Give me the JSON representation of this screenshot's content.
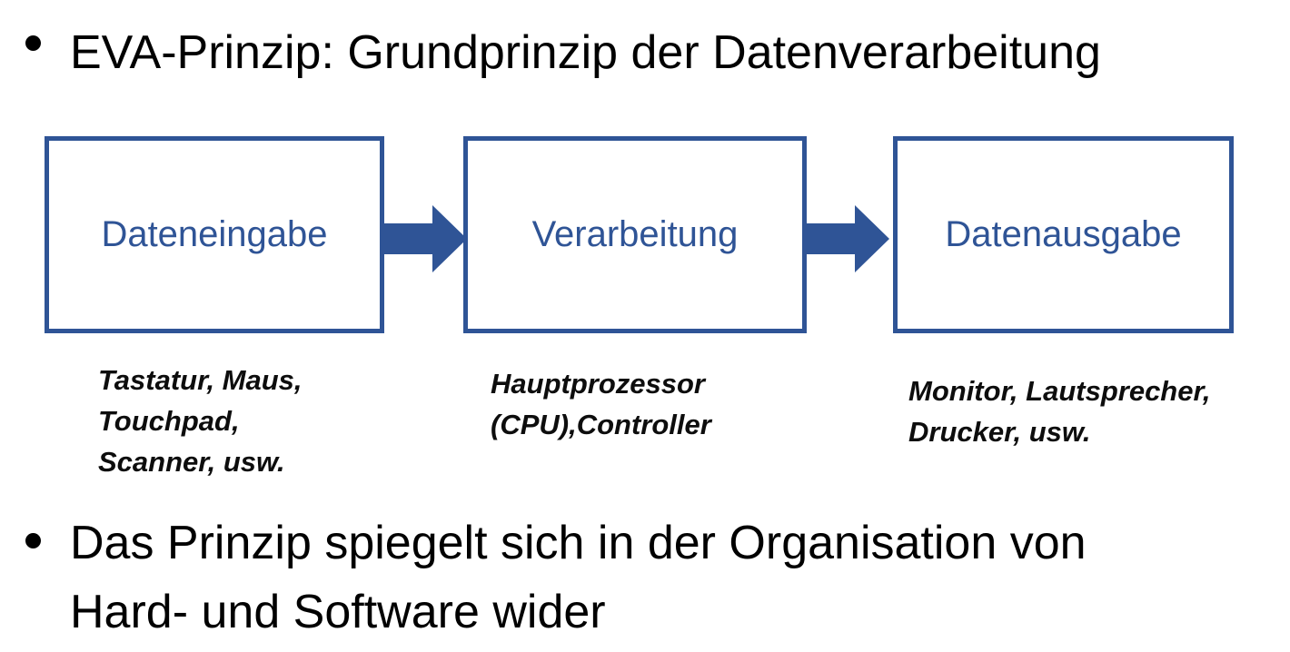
{
  "slide": {
    "background_color": "#ffffff",
    "accent_blue": "#2F5496",
    "text_color": "#000000",
    "bullet1": {
      "marker": "•",
      "text": "EVA-Prinzip: Grundprinzip der Datenverarbeitung"
    },
    "diagram": {
      "arrow_color": "#2F5496",
      "boxes": [
        {
          "label": "Dateneingabe",
          "caption_lines": [
            "Tastatur, Maus,",
            "Touchpad,",
            "Scanner, usw."
          ]
        },
        {
          "label": "Verarbeitung",
          "caption_lines": [
            "Hauptprozessor",
            "(CPU),Controller"
          ]
        },
        {
          "label": "Datenausgabe",
          "caption_lines": [
            "Monitor, Lautsprecher,",
            "Drucker, usw."
          ]
        }
      ]
    },
    "bullet2": {
      "marker": "•",
      "lines": [
        "Das Prinzip spiegelt sich in der Organisation von",
        "Hard- und Software wider"
      ]
    }
  }
}
